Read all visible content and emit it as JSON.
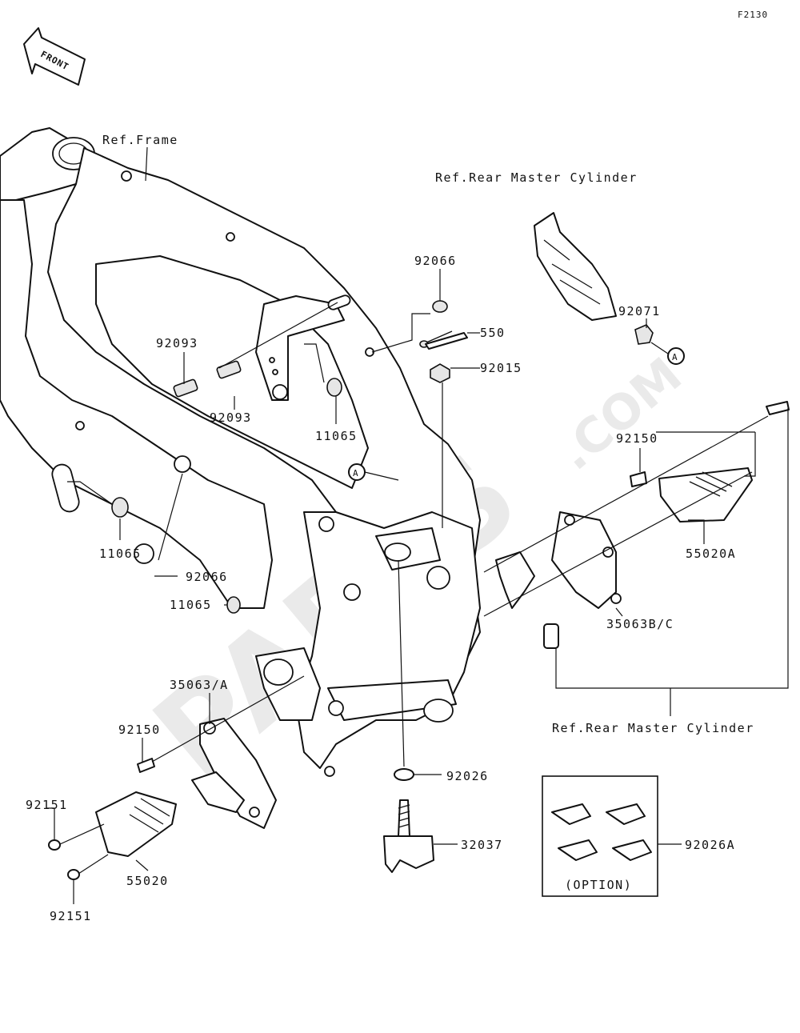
{
  "figure_code": "F2130",
  "front_label": "FRONT",
  "watermark": {
    "brand": "PARTS",
    "suffix": ".COM"
  },
  "reference_labels": {
    "frame": "Ref.Frame",
    "rear_master_cylinder_top": "Ref.Rear Master Cylinder",
    "rear_master_cylinder_bottom": "Ref.Rear Master Cylinder"
  },
  "callouts": {
    "a_marker_frame": "A",
    "a_marker_cylinder": "A"
  },
  "parts": [
    {
      "id": "p92066a",
      "number": "92066"
    },
    {
      "id": "p550",
      "number": "550"
    },
    {
      "id": "p92015",
      "number": "92015"
    },
    {
      "id": "p92071",
      "number": "92071"
    },
    {
      "id": "p92093a",
      "number": "92093"
    },
    {
      "id": "p92093b",
      "number": "92093"
    },
    {
      "id": "p11065a",
      "number": "11065"
    },
    {
      "id": "p11065b",
      "number": "11065"
    },
    {
      "id": "p11065c",
      "number": "11065"
    },
    {
      "id": "p92066b",
      "number": "92066"
    },
    {
      "id": "p92150a",
      "number": "92150"
    },
    {
      "id": "p55020A",
      "number": "55020A"
    },
    {
      "id": "p35063BC",
      "number": "35063B/C"
    },
    {
      "id": "p35063A",
      "number": "35063/A"
    },
    {
      "id": "p92150b",
      "number": "92150"
    },
    {
      "id": "p92151a",
      "number": "92151"
    },
    {
      "id": "p55020",
      "number": "55020"
    },
    {
      "id": "p92151b",
      "number": "92151"
    },
    {
      "id": "p92026",
      "number": "92026"
    },
    {
      "id": "p32037",
      "number": "32037"
    },
    {
      "id": "p92026A",
      "number": "92026A"
    }
  ],
  "option_box": {
    "label": "(OPTION)"
  }
}
